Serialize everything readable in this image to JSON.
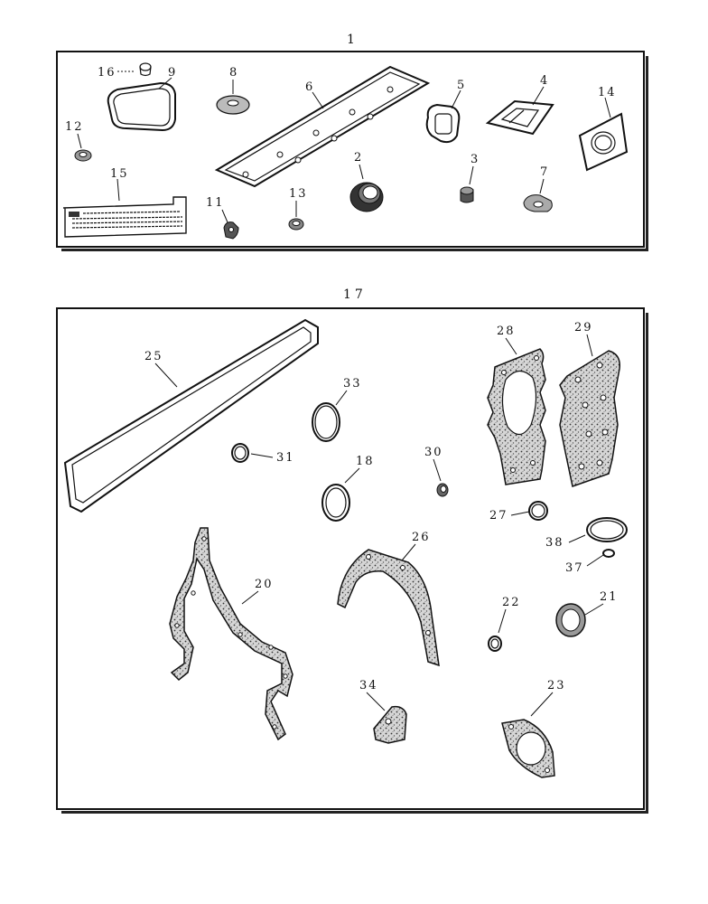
{
  "kits": [
    {
      "label": "1",
      "parts": [
        {
          "callout": "16",
          "name": "plug"
        },
        {
          "callout": "9",
          "name": "rectangular seal"
        },
        {
          "callout": "8",
          "name": "washer"
        },
        {
          "callout": "6",
          "name": "rocker cover gasket"
        },
        {
          "callout": "5",
          "name": "flange gasket"
        },
        {
          "callout": "4",
          "name": "plate gasket"
        },
        {
          "callout": "14",
          "name": "exhaust gasket"
        },
        {
          "callout": "12",
          "name": "seal ring"
        },
        {
          "callout": "15",
          "name": "instruction sheet"
        },
        {
          "callout": "2",
          "name": "oil seal"
        },
        {
          "callout": "3",
          "name": "grommet"
        },
        {
          "callout": "7",
          "name": "small gasket"
        },
        {
          "callout": "11",
          "name": "clip"
        },
        {
          "callout": "13",
          "name": "washer seal"
        }
      ]
    },
    {
      "label": "17",
      "parts": [
        {
          "callout": "25",
          "name": "oil pan gasket"
        },
        {
          "callout": "33",
          "name": "o-ring"
        },
        {
          "callout": "31",
          "name": "o-ring"
        },
        {
          "callout": "18",
          "name": "seal ring"
        },
        {
          "callout": "30",
          "name": "grommet"
        },
        {
          "callout": "28",
          "name": "oil cooler gasket"
        },
        {
          "callout": "29",
          "name": "cover gasket"
        },
        {
          "callout": "27",
          "name": "o-ring"
        },
        {
          "callout": "38",
          "name": "o-ring"
        },
        {
          "callout": "37",
          "name": "o-ring"
        },
        {
          "callout": "26",
          "name": "curved gasket"
        },
        {
          "callout": "20",
          "name": "front cover gasket"
        },
        {
          "callout": "22",
          "name": "o-ring"
        },
        {
          "callout": "21",
          "name": "seal washer"
        },
        {
          "callout": "34",
          "name": "small gasket"
        },
        {
          "callout": "23",
          "name": "housing gasket"
        }
      ]
    }
  ]
}
